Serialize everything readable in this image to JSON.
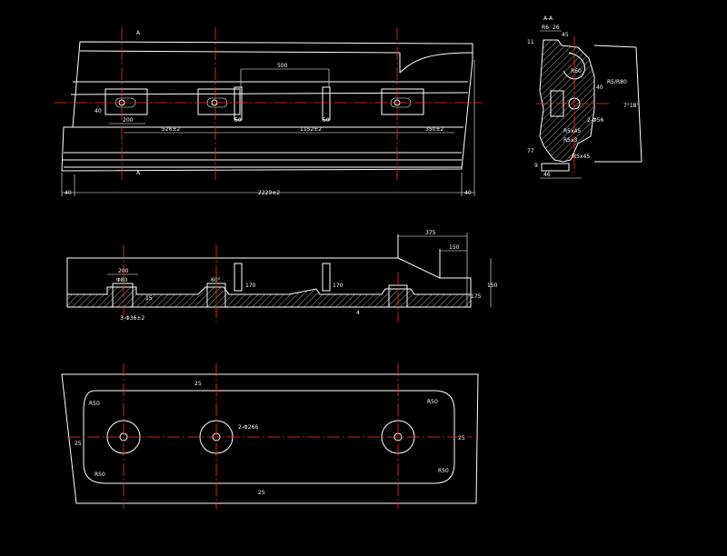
{
  "colors": {
    "background": "#000000",
    "line": "#ffffff",
    "centerline": "#ff2a2a"
  },
  "top_view": {
    "section_mark_top": "A",
    "section_mark_bottom": "A",
    "dim_slot_spacing": "500",
    "dim_slot_width_left": "200",
    "dim_slot_width_mid": "50",
    "dim_slot_width_right": "50",
    "dim_slot_height": "40",
    "dim_left_span": "526±2",
    "dim_mid_span": "1152±2",
    "dim_right_span": "350±2",
    "dim_total": "2229±2",
    "dim_left_edge": "40",
    "dim_right_edge": "40"
  },
  "section_view": {
    "title": "A-A",
    "dim_top": "11",
    "dim_top_a": "R6",
    "dim_top_b": "26",
    "dim_top_c": "45",
    "dim_r60": "R60",
    "dim_r180": "R5/R80",
    "dim_40": "40",
    "dim_angle": "7°18'",
    "dim_holes": "2-Φ56",
    "dim_r45": "R5x45",
    "dim_r3": "R5x3",
    "dim_bottom_a": "77",
    "dim_bottom_b": "R5x45",
    "dim_bottom_c": "46",
    "dim_bottom_d": "9"
  },
  "front_view": {
    "dim_375": "375",
    "dim_150": "150",
    "dim_200": "200",
    "dim_left_small": "Φ80",
    "dim_slot_h": "15",
    "dim_counter": "3-Φ36±2",
    "dim_60": "60°",
    "dim_170a": "170",
    "dim_170b": "170",
    "dim_175": "175",
    "dim_150v": "150",
    "dim_mid": "4"
  },
  "plan_view": {
    "dim_r50_tl": "R50",
    "dim_r50_tr": "R50",
    "dim_r50_bl": "R50",
    "dim_r50_br": "R50",
    "dim_holes": "2-Φ266",
    "dim_top_mid": "25",
    "dim_bottom_mid": "25",
    "dim_left": "25",
    "dim_right": "25"
  }
}
